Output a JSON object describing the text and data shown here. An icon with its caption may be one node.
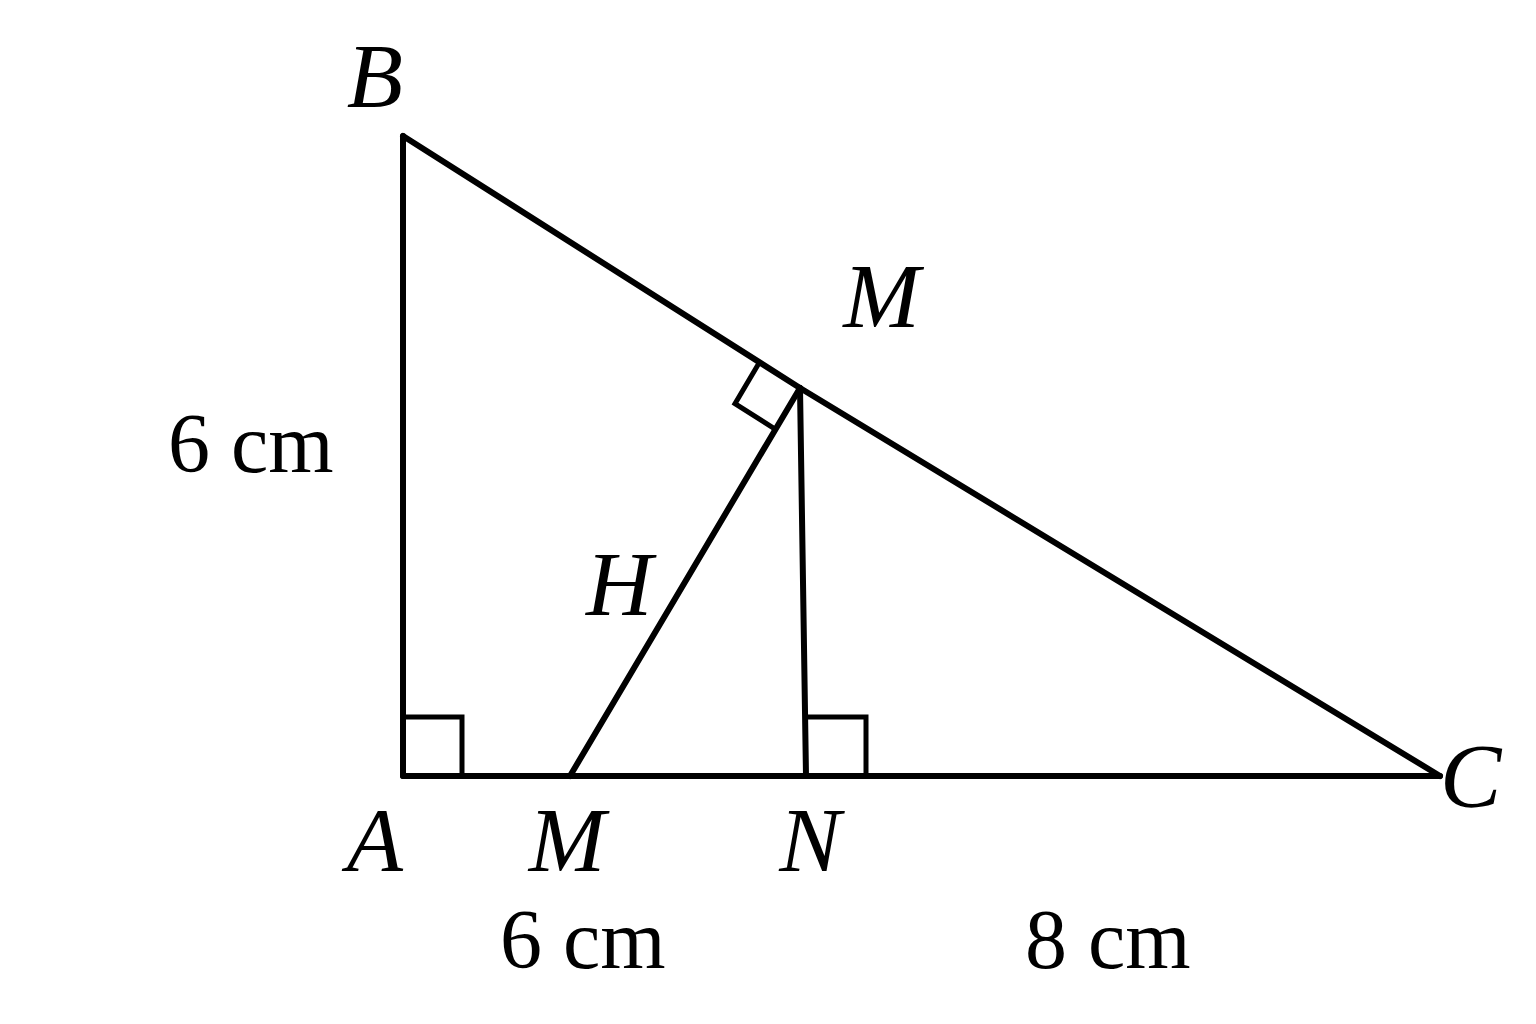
{
  "diagram": {
    "nodes": [
      {
        "text": [
          "B"
        ]
      },
      {
        "text": [
          "M"
        ]
      },
      {
        "text": [
          "A"
        ]
      },
      {
        "text": [
          "M"
        ]
      },
      {
        "text": [
          "N"
        ]
      },
      {
        "text": [
          "C"
        ]
      }
    ],
    "edges": [
      {
        "from": 0,
        "to": 2,
        "arrow": "none"
      },
      {
        "from": 0,
        "to": 1,
        "arrow": "none"
      },
      {
        "from": 1,
        "to": 5,
        "arrow": "none"
      },
      {
        "from": 2,
        "to": 3,
        "arrow": "none"
      },
      {
        "from": 3,
        "to": 4,
        "arrow": "none"
      },
      {
        "from": 4,
        "to": 5,
        "arrow": "none"
      },
      {
        "from": 3,
        "to": 1,
        "arrow": "none"
      },
      {
        "from": 1,
        "to": 4,
        "arrow": "none"
      }
    ],
    "labels": [
      "6 cm",
      "H",
      "6 cm",
      "8 cm"
    ]
  }
}
